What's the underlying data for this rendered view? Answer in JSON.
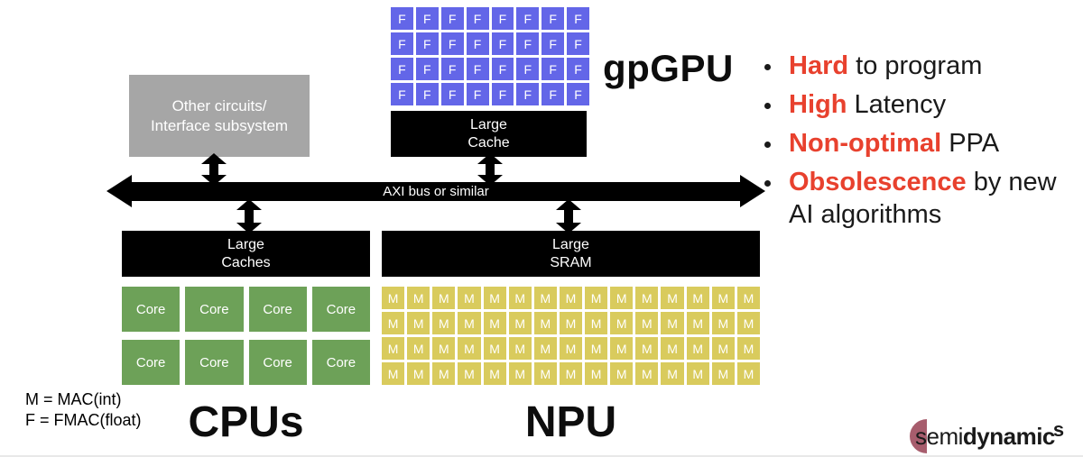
{
  "colors": {
    "gpgpu_cell_blue": "#6366e8",
    "cpu_core_green": "#6da158",
    "npu_cell_yellow": "#d9cb5d",
    "highlight_red": "#e8412e",
    "box_gray": "#a6a6a6",
    "box_black": "#000000",
    "logo_rose": "#a75d6d"
  },
  "gpgpu": {
    "label": "gpGPU",
    "grid": {
      "rows": 4,
      "cols": 8,
      "cell_label": "F",
      "cell_name": "fmac-cell"
    },
    "cache": {
      "line1": "Large",
      "line2": "Cache"
    }
  },
  "other_circuits": {
    "line1": "Other circuits/",
    "line2": "Interface subsystem"
  },
  "bus": {
    "label": "AXI bus or similar"
  },
  "cpu": {
    "label": "CPUs",
    "cache": {
      "line1": "Large",
      "line2": "Caches"
    },
    "grid": {
      "rows": 2,
      "cols": 4,
      "cell_label": "Core",
      "cell_name": "cpu-core-cell"
    }
  },
  "npu": {
    "label": "NPU",
    "sram": {
      "line1": "Large",
      "line2": "SRAM"
    },
    "grid": {
      "rows": 4,
      "cols": 15,
      "cell_label": "M",
      "cell_name": "mac-cell"
    }
  },
  "legend": {
    "line1": "M = MAC(int)",
    "line2": "F = FMAC(float)"
  },
  "bullets": {
    "items": [
      {
        "highlight": "Hard",
        "rest": " to program"
      },
      {
        "highlight": "High",
        "rest": " Latency"
      },
      {
        "highlight": "Non-optimal",
        "rest": " PPA"
      },
      {
        "highlight": "Obsolescence",
        "rest": " by new AI algorithms"
      }
    ]
  },
  "logo": {
    "prefix": "semi",
    "bold": "dynamic",
    "superscript": "s"
  }
}
